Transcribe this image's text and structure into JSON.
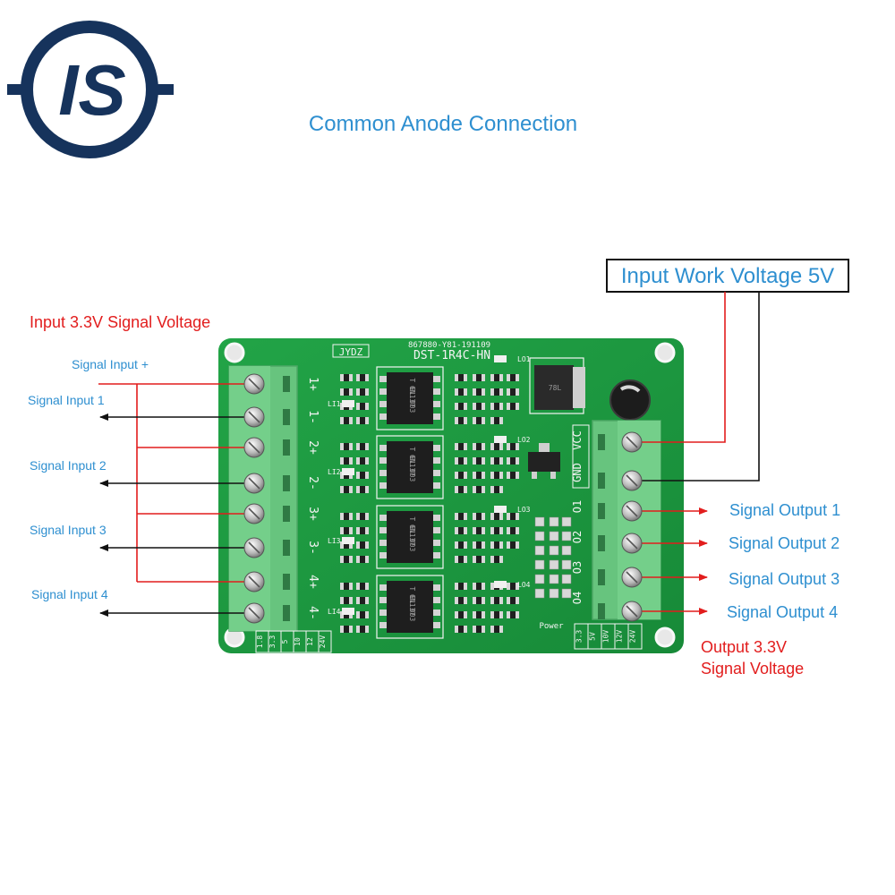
{
  "title": "Common Anode Connection",
  "logo": {
    "text": "IS",
    "icon": "lightning-s-logo"
  },
  "input_voltage_heading": "Input 3.3V Signal Voltage",
  "work_voltage_box": "Input Work Voltage 5V",
  "input_labels": {
    "plus": "Signal Input +",
    "in1": "Signal Input 1",
    "in2": "Signal Input 2",
    "in3": "Signal Input 3",
    "in4": "Signal Input 4"
  },
  "output_labels": {
    "out1": "Signal Output 1",
    "out2": "Signal Output 2",
    "out3": "Signal Output 3",
    "out4": "Signal Output 4"
  },
  "output_voltage": {
    "line1": "Output 3.3V",
    "line2": "Signal Voltage"
  },
  "board": {
    "brand": "JYDZ",
    "code": "867880-Y81-191109",
    "model": "DST-1R4C-HN",
    "left_pins": [
      "1+",
      "1-",
      "2+",
      "2-",
      "3+",
      "3-",
      "4+",
      "4-"
    ],
    "right_pins": [
      "VCC",
      "GND",
      "O1",
      "O2",
      "O3",
      "O4"
    ],
    "input_leds": [
      "LI1",
      "LI2",
      "LI3",
      "LI4"
    ],
    "output_leds": [
      "LO1",
      "LO2",
      "LO3",
      "LO4"
    ],
    "power_label": "Power",
    "chip_lines": [
      "T EL",
      "6N137",
      "003"
    ],
    "regulator_label": "78L",
    "left_volt_table": [
      "1.8",
      "3.3",
      "5",
      "10",
      "12",
      "24V"
    ],
    "right_volt_table": [
      "3.3",
      "5V",
      "10V",
      "12V",
      "24V"
    ]
  },
  "colors": {
    "accent_blue": "#2e8fd0",
    "red": "#e21d1d",
    "pcb_green": "#1c9b3f",
    "terminal_green": "#67c47e",
    "logo_navy": "#16335c"
  }
}
